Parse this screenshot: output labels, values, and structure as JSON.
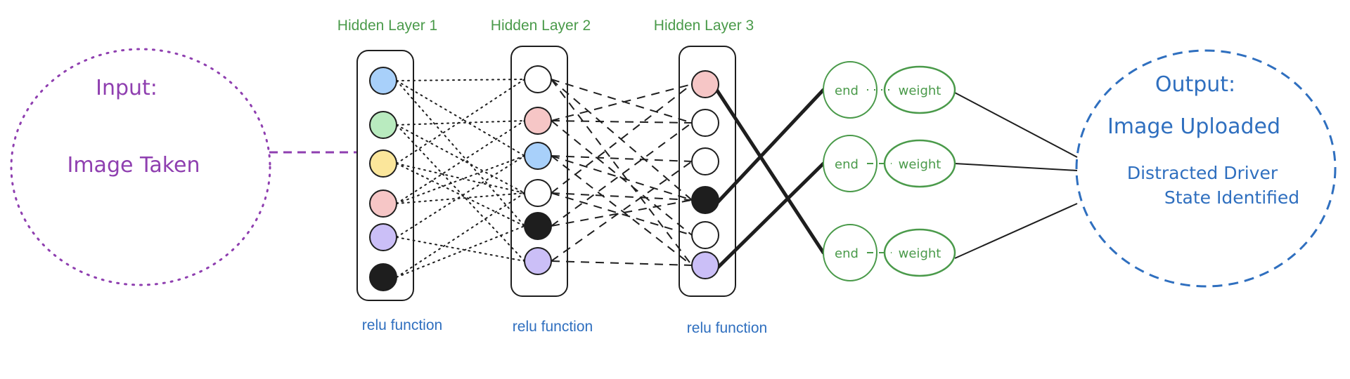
{
  "colors": {
    "input": "#8f3fb0",
    "output": "#2f6fbf",
    "green": "#4a9a4a",
    "relu": "#2f6fbf",
    "ink": "#1e1e1e",
    "node_blue": "#a8d0fa",
    "node_green": "#b9ebbf",
    "node_yellow": "#fbe69b",
    "node_pink": "#f6c6c6",
    "node_purple": "#cbbff7",
    "node_black": "#1e1e1e",
    "node_white": "#ffffff"
  },
  "input": {
    "title": "Input:",
    "text": "Image Taken"
  },
  "output": {
    "title": "Output:",
    "line1": "Image Uploaded",
    "line2": "Distracted Driver",
    "line3": "State Identified"
  },
  "layers": [
    {
      "title": "Hidden Layer 1",
      "activation": "relu function",
      "nodes": [
        "blue",
        "green",
        "yellow",
        "pink",
        "purple",
        "black"
      ]
    },
    {
      "title": "Hidden Layer 2",
      "activation": "relu function",
      "nodes": [
        "white",
        "pink",
        "blue",
        "white",
        "black",
        "purple"
      ]
    },
    {
      "title": "Hidden Layer 3",
      "activation": "relu function",
      "nodes": [
        "pink",
        "white",
        "white",
        "black",
        "white",
        "purple"
      ]
    }
  ],
  "end_weight_pairs": [
    {
      "end": "end",
      "weight": "weight"
    },
    {
      "end": "end",
      "weight": "weight"
    },
    {
      "end": "end",
      "weight": "weight"
    }
  ],
  "connections": {
    "layer1_to_layer2": [
      [
        0,
        0
      ],
      [
        0,
        2
      ],
      [
        0,
        4
      ],
      [
        1,
        1
      ],
      [
        1,
        3
      ],
      [
        1,
        5
      ],
      [
        2,
        0
      ],
      [
        2,
        3
      ],
      [
        2,
        4
      ],
      [
        3,
        1
      ],
      [
        3,
        2
      ],
      [
        3,
        3
      ],
      [
        4,
        2
      ],
      [
        4,
        5
      ],
      [
        5,
        3
      ],
      [
        5,
        4
      ]
    ],
    "layer2_to_layer3": [
      [
        0,
        1
      ],
      [
        0,
        3
      ],
      [
        1,
        0
      ],
      [
        1,
        1
      ],
      [
        1,
        4
      ],
      [
        2,
        2
      ],
      [
        2,
        3
      ],
      [
        2,
        5
      ],
      [
        3,
        0
      ],
      [
        3,
        3
      ],
      [
        3,
        4
      ],
      [
        4,
        1
      ],
      [
        4,
        3
      ],
      [
        5,
        2
      ],
      [
        5,
        5
      ],
      [
        0,
        5
      ]
    ],
    "layer3_to_end": [
      [
        0,
        2
      ],
      [
        3,
        0
      ],
      [
        5,
        1
      ]
    ]
  }
}
